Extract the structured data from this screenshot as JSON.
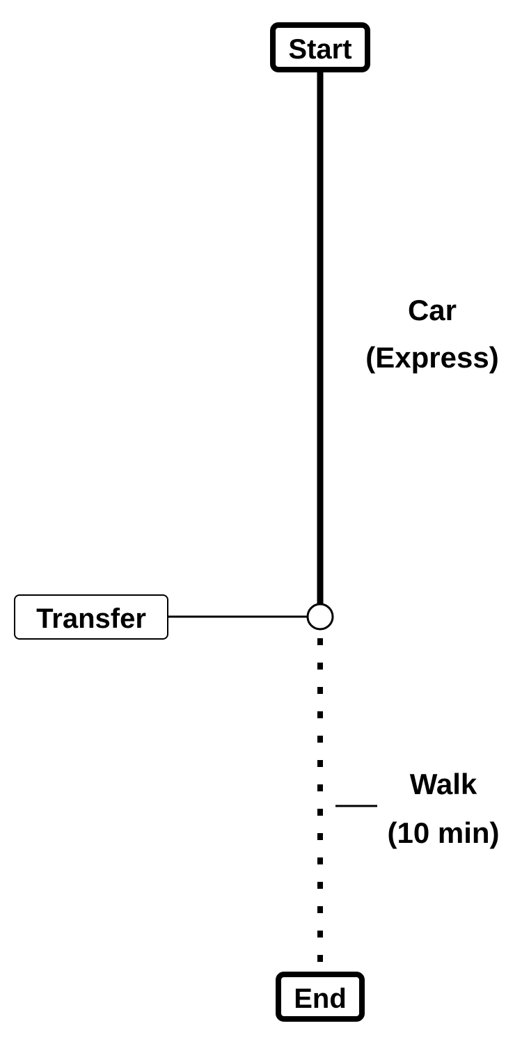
{
  "nodes": {
    "start": {
      "label": "Start"
    },
    "transfer": {
      "label": "Transfer"
    },
    "end": {
      "label": "End"
    }
  },
  "segments": {
    "car": {
      "line1": "Car",
      "line2": "(Express)",
      "style": "solid"
    },
    "walk": {
      "line1": "Walk",
      "line2": "(10 min)",
      "style": "dotted"
    }
  },
  "colors": {
    "stroke": "#000000",
    "background": "#ffffff"
  }
}
